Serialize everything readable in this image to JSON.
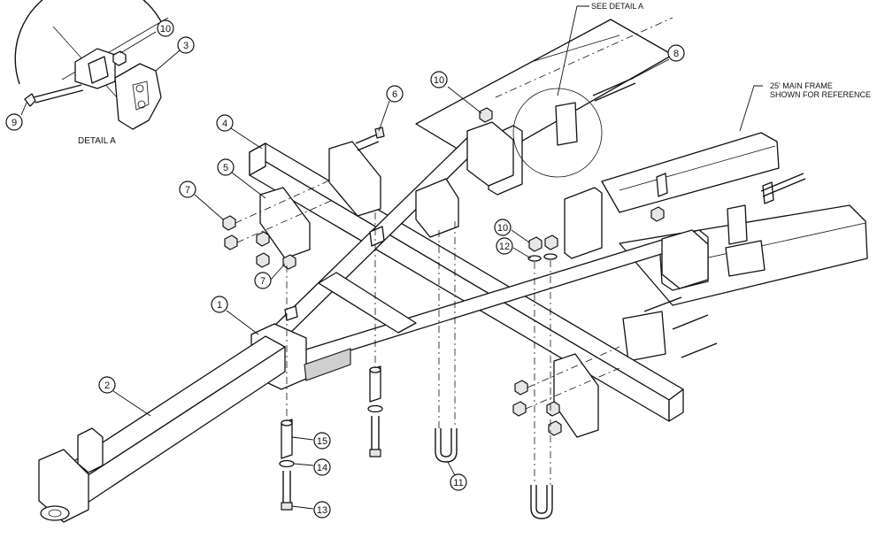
{
  "detail_label": "DETAIL A",
  "notes": {
    "see_detail": "SEE DETAIL A",
    "main_frame_line1": "25' MAIN FRAME",
    "main_frame_line2": "SHOWN FOR REFERENCE"
  },
  "callouts": [
    {
      "id": "c1",
      "label": "1"
    },
    {
      "id": "c2",
      "label": "2"
    },
    {
      "id": "c3",
      "label": "3"
    },
    {
      "id": "c4",
      "label": "4"
    },
    {
      "id": "c5",
      "label": "5"
    },
    {
      "id": "c6",
      "label": "6"
    },
    {
      "id": "c7a",
      "label": "7"
    },
    {
      "id": "c7b",
      "label": "7"
    },
    {
      "id": "c8",
      "label": "8"
    },
    {
      "id": "c9",
      "label": "9"
    },
    {
      "id": "c10a",
      "label": "10"
    },
    {
      "id": "c10b",
      "label": "10"
    },
    {
      "id": "c10c",
      "label": "10"
    },
    {
      "id": "c11",
      "label": "11"
    },
    {
      "id": "c12",
      "label": "12"
    },
    {
      "id": "c13",
      "label": "13"
    },
    {
      "id": "c14",
      "label": "14"
    },
    {
      "id": "c15",
      "label": "15"
    }
  ]
}
